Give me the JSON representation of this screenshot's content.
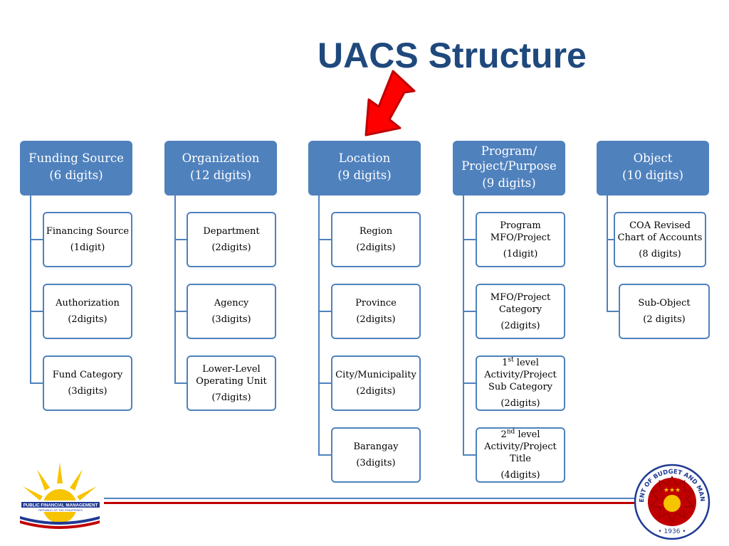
{
  "title": "UACS Structure",
  "colors": {
    "header": "#4f81bd",
    "title": "#1f497d",
    "arrow": "#ff0000",
    "rule_red": "#c00000"
  },
  "columns": [
    {
      "title": "Funding Source",
      "digits": "(6 digits)",
      "children": [
        {
          "lines": [
            "Financing Source"
          ],
          "detail": "(1digit)"
        },
        {
          "lines": [
            "Authorization"
          ],
          "detail": "(2digits)"
        },
        {
          "lines": [
            "Fund Category"
          ],
          "detail": "(3digits)"
        }
      ]
    },
    {
      "title": "Organization",
      "digits": "(12 digits)",
      "children": [
        {
          "lines": [
            "Department"
          ],
          "detail": "(2digits)"
        },
        {
          "lines": [
            "Agency"
          ],
          "detail": "(3digits)"
        },
        {
          "lines": [
            "Lower-Level",
            "Operating Unit"
          ],
          "detail": "(7digits)"
        }
      ]
    },
    {
      "title": "Location",
      "digits": "(9 digits)",
      "children": [
        {
          "lines": [
            "Region"
          ],
          "detail": "(2digits)"
        },
        {
          "lines": [
            "Province"
          ],
          "detail": "(2digits)"
        },
        {
          "lines": [
            "City/Municipality"
          ],
          "detail": "(2digits)"
        },
        {
          "lines": [
            "Barangay"
          ],
          "detail": "(3digits)"
        }
      ]
    },
    {
      "title": "Program/ Project/Purpose",
      "digits": "(9 digits)",
      "children": [
        {
          "lines": [
            "Program",
            "MFO/Project"
          ],
          "detail": "(1digit)"
        },
        {
          "lines": [
            "MFO/Project",
            "Category"
          ],
          "detail": "(2digits)"
        },
        {
          "sup_num": "1",
          "sup": "st",
          "sup_rest": " level",
          "lines": [
            "Activity/Project",
            "Sub Category"
          ],
          "detail": "(2digits)"
        },
        {
          "sup_num": "2",
          "sup": "nd",
          "sup_rest": " level",
          "lines": [
            "Activity/Project",
            "Title"
          ],
          "detail": "(4digits)"
        }
      ]
    },
    {
      "title": "Object",
      "digits": "(10 digits)",
      "children": [
        {
          "lines": [
            "COA Revised",
            "Chart of Accounts"
          ],
          "detail": "(8 digits)"
        },
        {
          "lines": [
            "Sub-Object"
          ],
          "detail": "(2 digits)"
        }
      ]
    }
  ],
  "logos": {
    "left": {
      "name": "PUBLIC FINANCIAL MANAGEMENT",
      "sub": "REPUBLIC OF THE PHILIPPINES"
    },
    "right": {
      "name": "DEPARTMENT OF BUDGET AND MANAGEMENT",
      "year": "1936"
    }
  }
}
